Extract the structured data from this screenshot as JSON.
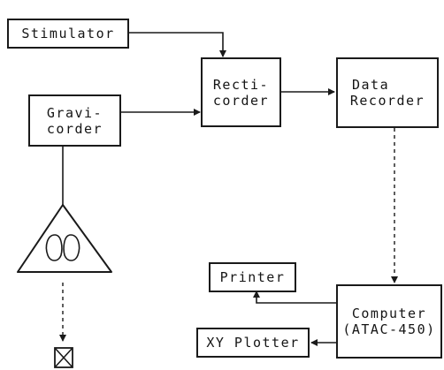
{
  "blocks": {
    "stimulator": {
      "lines": [
        "Stimulator"
      ]
    },
    "recticorder": {
      "lines": [
        "Recti-",
        "corder"
      ]
    },
    "data_recorder": {
      "lines": [
        "Data",
        "Recorder"
      ]
    },
    "gravicorder": {
      "lines": [
        "Gravi-",
        "corder"
      ]
    },
    "printer": {
      "lines": [
        "Printer"
      ]
    },
    "computer": {
      "lines": [
        "Computer",
        "(ATAC-450)"
      ]
    },
    "xy_plotter": {
      "lines": [
        "XY Plotter"
      ]
    }
  },
  "colors": {
    "ink": "#1a1a1a",
    "paper": "#ffffff"
  },
  "icons": {
    "platform": "triangle-platform-with-feet-icon",
    "subject": "crossed-box-icon"
  }
}
